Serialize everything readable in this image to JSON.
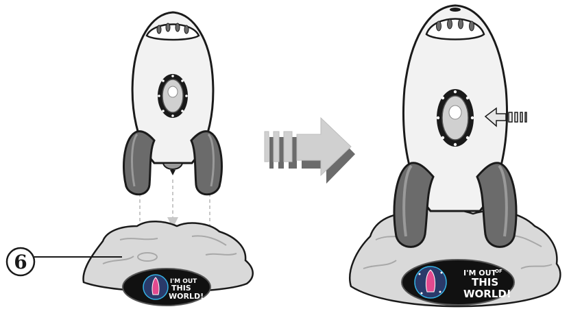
{
  "callout": {
    "number": "6"
  },
  "badge": {
    "line1": "I'M OUT",
    "line1_small": "OF",
    "line2": "THIS",
    "line3": "WORLD!"
  },
  "colors": {
    "outline": "#1a1a1a",
    "rocket_body": "#f2f2f2",
    "fins": "#6b6b6b",
    "rock": "#d9d9d9",
    "badge_bg": "#111111",
    "badge_accent": "#e24a8f",
    "badge_blue": "#35b3e6",
    "arrow": "#bdbdbd"
  },
  "icons": [
    "rocket",
    "moon-rock-base",
    "assembly-arrow",
    "push-arrow",
    "dashed-guide-arrow"
  ]
}
